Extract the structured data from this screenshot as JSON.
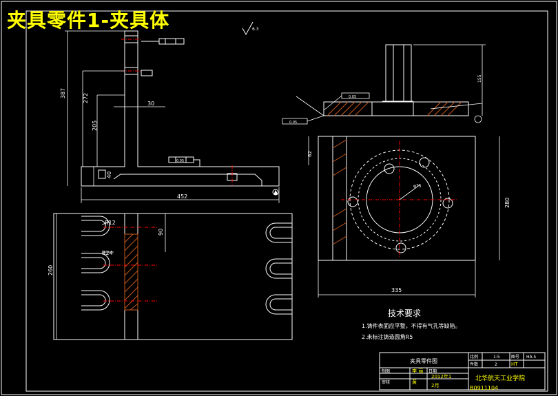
{
  "title": "夹具零件1-夹具体",
  "roughness_symbol": "6.3",
  "left_view": {
    "dim_total_height": "387",
    "dim_upper_height": "272",
    "dim_lower_height": "205",
    "dim_base_height": "40",
    "dim_upright_width": "30",
    "dim_length": "452",
    "flatness_label": "0.05",
    "datum_label": "A"
  },
  "plan_view": {
    "dim_height": "260",
    "dim_offset": "90",
    "radius_small": "R12",
    "radius_large": "R24"
  },
  "right_view": {
    "dim_top_height": "155",
    "dim_side_offset": "62",
    "dim_height": "280",
    "dim_width": "335",
    "bolt_circle_label": "φ75",
    "perpendicularity_label": "0.05",
    "parallelism_label": "0.05"
  },
  "tech_requirements": {
    "heading": "技术要求",
    "items": [
      "1.铸件表面应平整，不得有气孔等缺陷。",
      "2.未标注铸造圆角R5"
    ]
  },
  "title_block": {
    "drawing_name": "夹具零件图",
    "scale_label": "比例",
    "scale_value": "1:5",
    "sheet_label": "图号",
    "sheet_value": "HA.5",
    "qty_label": "件数",
    "qty_value": "2",
    "material_value": "HT",
    "drawn_label": "制图",
    "drawn_name": "李 丽",
    "checked_label": "审核",
    "checked_name": "黄",
    "date_label": "日期",
    "date_year": "2012年1",
    "date_month": "2月",
    "school": "北华航天工业学院",
    "code": "B0911104"
  }
}
